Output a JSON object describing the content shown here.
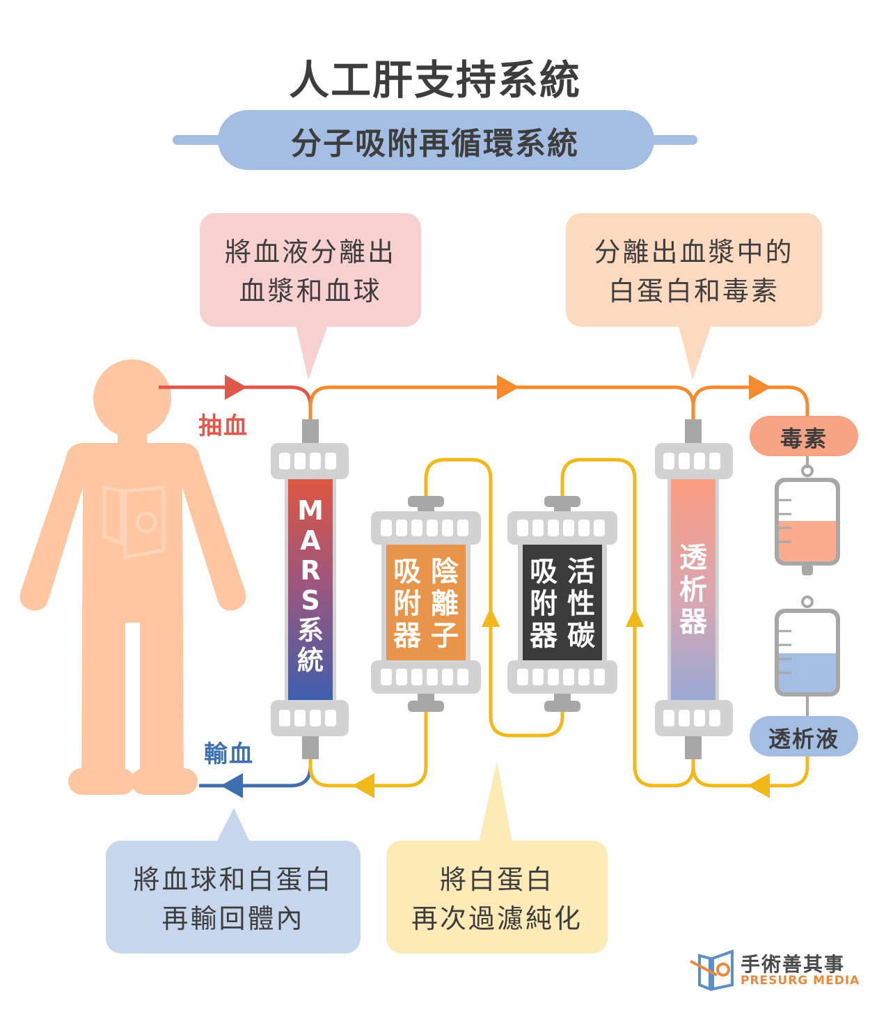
{
  "header": {
    "title": "人工肝支持系統",
    "subtitle": "分子吸附再循環系統"
  },
  "callouts": {
    "separate_cells": [
      "將血液分離出",
      "血漿和血球"
    ],
    "separate_toxins": [
      "分離出血漿中的",
      "白蛋白和毒素"
    ],
    "return_blood": [
      "將血球和白蛋白",
      "再輸回體內"
    ],
    "purify_albumin": [
      "將白蛋白",
      "再次過濾純化"
    ]
  },
  "labels": {
    "draw_blood": "抽血",
    "transfuse": "輸血",
    "toxins": "毒素",
    "dialysate": "透析液"
  },
  "devices": {
    "mars": [
      "M",
      "A",
      "R",
      "S",
      "系",
      "統"
    ],
    "anion": {
      "col1": [
        "吸",
        "附",
        "器"
      ],
      "col2": [
        "陰",
        "離",
        "子"
      ]
    },
    "carbon": {
      "col1": [
        "吸",
        "附",
        "器"
      ],
      "col2": [
        "活",
        "性",
        "碳"
      ]
    },
    "dialyzer": [
      "透",
      "析",
      "器"
    ]
  },
  "logo": {
    "name": "手術善其事",
    "sub": "PRESURG MEDIA"
  },
  "colors": {
    "blood_red": "#e0584a",
    "blood_blue": "#3e6db0",
    "plasma_orange": "#f58a2f",
    "albumin_yellow": "#f2b81a",
    "body": "#fec6a1",
    "subtitle_bar": "#a4bde2",
    "callout_pink": "#f8d0cf",
    "callout_peach": "#fdd9bf",
    "callout_blue": "#c6d6ec",
    "callout_yellow": "#fdeab6"
  }
}
